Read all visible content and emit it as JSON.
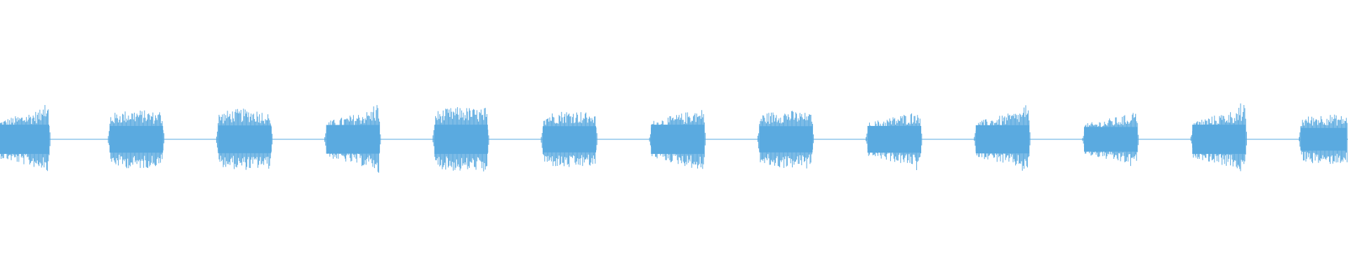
{
  "waveform": {
    "color": "#5aaae0",
    "background": "#ffffff",
    "burst_count": 13,
    "bursts": [
      {
        "peak": 0.58,
        "shape": "ramp-up"
      },
      {
        "peak": 0.53,
        "shape": "flat"
      },
      {
        "peak": 0.55,
        "shape": "flat"
      },
      {
        "peak": 0.57,
        "shape": "ramp-up"
      },
      {
        "peak": 0.58,
        "shape": "flat"
      },
      {
        "peak": 0.52,
        "shape": "flat"
      },
      {
        "peak": 0.58,
        "shape": "ramp-up"
      },
      {
        "peak": 0.52,
        "shape": "flat"
      },
      {
        "peak": 0.53,
        "shape": "ramp-up"
      },
      {
        "peak": 0.56,
        "shape": "ramp-up"
      },
      {
        "peak": 0.49,
        "shape": "ramp-up"
      },
      {
        "peak": 0.58,
        "shape": "ramp-up"
      },
      {
        "peak": 0.45,
        "shape": "flat"
      }
    ]
  }
}
